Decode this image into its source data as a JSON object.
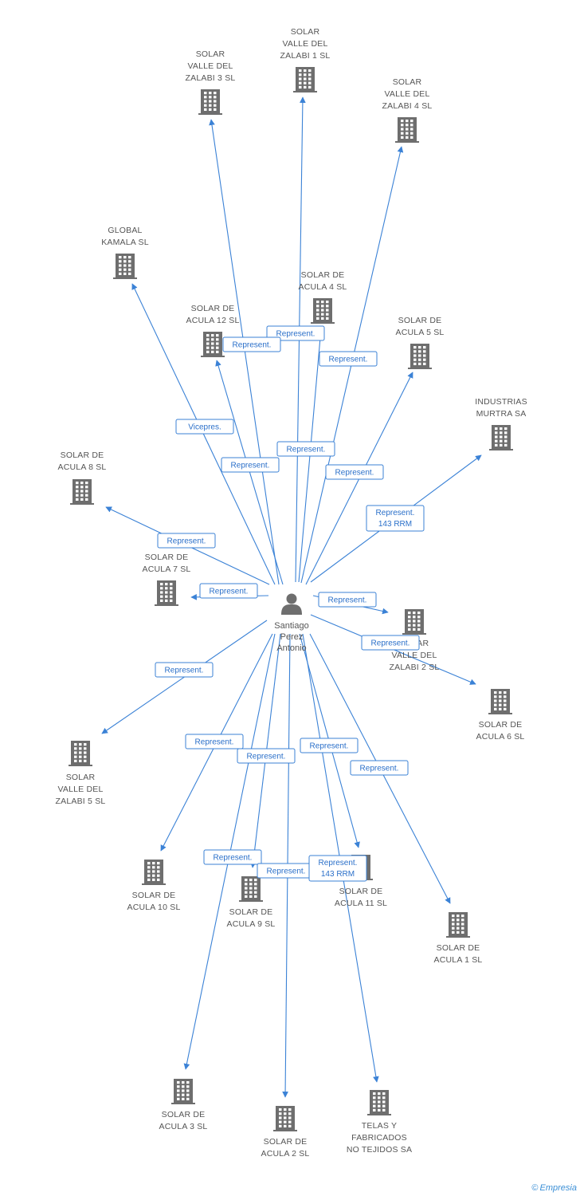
{
  "center": {
    "label": [
      "Santiago",
      "Perez",
      "Antonio"
    ]
  },
  "companies": [
    {
      "key": "zalabi1",
      "label": [
        "SOLAR",
        "VALLE DEL",
        "ZALABI 1 SL"
      ]
    },
    {
      "key": "zalabi3",
      "label": [
        "SOLAR",
        "VALLE DEL",
        "ZALABI 3 SL"
      ]
    },
    {
      "key": "zalabi4",
      "label": [
        "SOLAR",
        "VALLE DEL",
        "ZALABI 4 SL"
      ]
    },
    {
      "key": "global",
      "label": [
        "GLOBAL",
        "KAMALA SL"
      ]
    },
    {
      "key": "acula4",
      "label": [
        "SOLAR DE",
        "ACULA 4 SL"
      ]
    },
    {
      "key": "acula12",
      "label": [
        "SOLAR DE",
        "ACULA 12 SL"
      ]
    },
    {
      "key": "acula5",
      "label": [
        "SOLAR DE",
        "ACULA 5 SL"
      ]
    },
    {
      "key": "murtra",
      "label": [
        "INDUSTRIAS",
        "MURTRA SA"
      ]
    },
    {
      "key": "acula8",
      "label": [
        "SOLAR DE",
        "ACULA 8 SL"
      ]
    },
    {
      "key": "acula7",
      "label": [
        "SOLAR DE",
        "ACULA 7 SL"
      ]
    },
    {
      "key": "zalabi2",
      "label": [
        "SOLAR",
        "VALLE DEL",
        "ZALABI 2 SL"
      ]
    },
    {
      "key": "acula6",
      "label": [
        "SOLAR DE",
        "ACULA 6 SL"
      ]
    },
    {
      "key": "zalabi5",
      "label": [
        "SOLAR",
        "VALLE DEL",
        "ZALABI 5 SL"
      ]
    },
    {
      "key": "acula10",
      "label": [
        "SOLAR DE",
        "ACULA 10 SL"
      ]
    },
    {
      "key": "acula9",
      "label": [
        "SOLAR DE",
        "ACULA 9 SL"
      ]
    },
    {
      "key": "acula11",
      "label": [
        "SOLAR DE",
        "ACULA 11 SL"
      ]
    },
    {
      "key": "acula1",
      "label": [
        "SOLAR DE",
        "ACULA 1 SL"
      ]
    },
    {
      "key": "acula3",
      "label": [
        "SOLAR DE",
        "ACULA 3 SL"
      ]
    },
    {
      "key": "acula2",
      "label": [
        "SOLAR DE",
        "ACULA 2 SL"
      ]
    },
    {
      "key": "telas",
      "label": [
        "TELAS Y",
        "FABRICADOS",
        "NO TEJIDOS SA"
      ]
    }
  ],
  "relations": [
    {
      "to": "zalabi1",
      "label": [
        "Represent."
      ]
    },
    {
      "to": "zalabi3",
      "label": [
        "Represent."
      ]
    },
    {
      "to": "zalabi4",
      "label": [
        "Represent."
      ]
    },
    {
      "to": "global",
      "label": [
        "Vicepres."
      ]
    },
    {
      "to": "acula4",
      "label": [
        "Represent."
      ]
    },
    {
      "to": "acula12",
      "label": [
        "Represent."
      ]
    },
    {
      "to": "acula5",
      "label": [
        "Represent."
      ]
    },
    {
      "to": "murtra",
      "label": [
        "Represent.",
        "143 RRM"
      ]
    },
    {
      "to": "acula8",
      "label": [
        "Represent."
      ]
    },
    {
      "to": "acula7",
      "label": [
        "Represent."
      ]
    },
    {
      "to": "zalabi2",
      "label": [
        "Represent."
      ]
    },
    {
      "to": "acula6",
      "label": [
        "Represent."
      ]
    },
    {
      "to": "zalabi5",
      "label": [
        "Represent."
      ]
    },
    {
      "to": "acula10",
      "label": [
        "Represent."
      ]
    },
    {
      "to": "acula9",
      "label": [
        "Represent."
      ]
    },
    {
      "to": "acula11",
      "label": [
        "Represent."
      ]
    },
    {
      "to": "acula1",
      "label": [
        "Represent."
      ]
    },
    {
      "to": "acula3",
      "label": [
        "Represent."
      ]
    },
    {
      "to": "acula2",
      "label": [
        "Represent."
      ]
    },
    {
      "to": "telas",
      "label": [
        "Represent.",
        "143 RRM"
      ]
    }
  ],
  "colors": {
    "edge": "#3b82d6",
    "icon": "#6e6e6e",
    "text": "#555555"
  },
  "watermark": {
    "symbol": "©",
    "brand": "Empresia"
  }
}
